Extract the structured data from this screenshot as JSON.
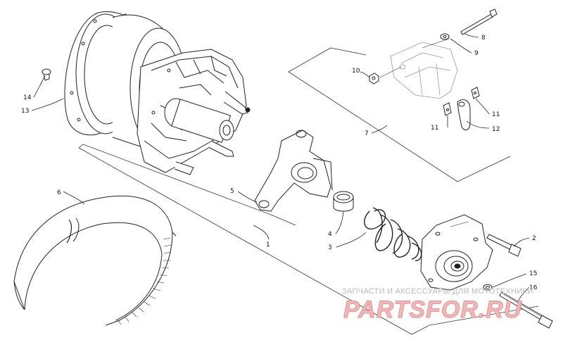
{
  "diagram": {
    "callouts": [
      {
        "id": "c1",
        "label": "1"
      },
      {
        "id": "c2",
        "label": "2"
      },
      {
        "id": "c3",
        "label": "3"
      },
      {
        "id": "c4",
        "label": "4"
      },
      {
        "id": "c5",
        "label": "5"
      },
      {
        "id": "c6",
        "label": "6"
      },
      {
        "id": "c7",
        "label": "7"
      },
      {
        "id": "c8",
        "label": "8"
      },
      {
        "id": "c9",
        "label": "9"
      },
      {
        "id": "c10",
        "label": "10"
      },
      {
        "id": "c11a",
        "label": "11"
      },
      {
        "id": "c11b",
        "label": "11"
      },
      {
        "id": "c12",
        "label": "12"
      },
      {
        "id": "c13",
        "label": "13"
      },
      {
        "id": "c14",
        "label": "14"
      },
      {
        "id": "c15",
        "label": "15"
      },
      {
        "id": "c16",
        "label": "16"
      }
    ]
  },
  "watermark": {
    "caption": "ЗАПЧАСТИ И АКСЕССУАРЫ ДЛЯ МОТОТЕХНИКИ",
    "logo": "PARTSFOR.RU"
  }
}
